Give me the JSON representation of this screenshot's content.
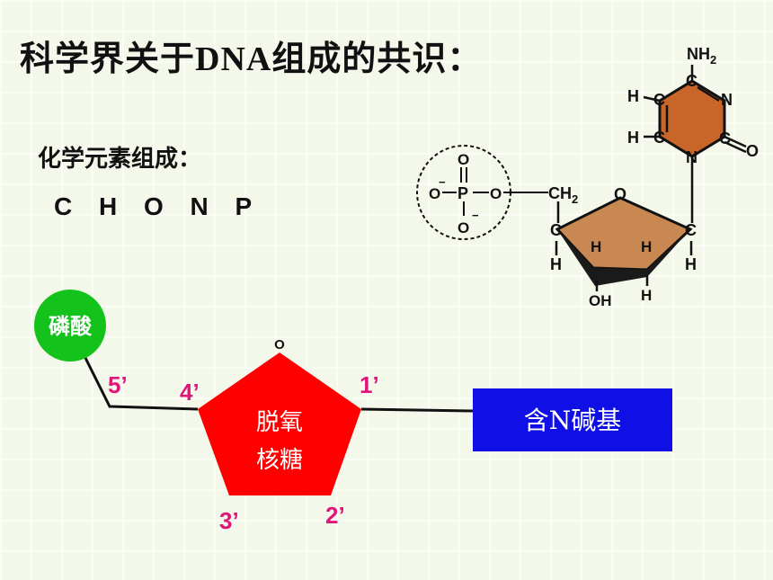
{
  "title": {
    "prefix": "科学界关于",
    "latin": "DNA",
    "suffix": "组成的共识："
  },
  "subheading": "化学元素组成：",
  "elements": "C H O N P",
  "nucleotide": {
    "phosphate_label": "磷酸",
    "sugar_label_line1": "脱氧",
    "sugar_label_line2": "核糖",
    "base_label": "含N碱基",
    "ring_oxygen": "O",
    "carbon_labels": {
      "c5": "5’",
      "c4": "4’",
      "c3": "3’",
      "c2": "2’",
      "c1": "1’"
    }
  },
  "molecule": {
    "amine_n": "NH",
    "amine_sub": "2",
    "ring_c4": "C",
    "ring_c5": "C",
    "ring_c6": "C",
    "ring_n3": "N",
    "ring_c2": "C",
    "ring_n1": "N",
    "carbonyl_o": "O",
    "h_c5": "H",
    "h_c6": "H",
    "phosphate_p": "P",
    "phosphate_o_top": "O",
    "phosphate_o_left": "O",
    "phosphate_o_right": "O",
    "phosphate_o_bottom": "O",
    "minus_left": "−",
    "minus_bottom": "−",
    "ch2_c": "CH",
    "ch2_sub": "2",
    "sugar_ring_o": "O",
    "sugar_c4": "C",
    "sugar_c1": "C",
    "sugar_h_c4": "H",
    "sugar_h_c1": "H",
    "sugar_h_inner_left": "H",
    "sugar_h_inner_right": "H",
    "sugar_oh": "OH",
    "sugar_h_c2": "H"
  },
  "colors": {
    "phosphate_green": "#13c21a",
    "sugar_red": "#ff0000",
    "base_blue": "#1010e6",
    "label_magenta": "#e0177a",
    "molecule_orange": "#c8662a"
  }
}
